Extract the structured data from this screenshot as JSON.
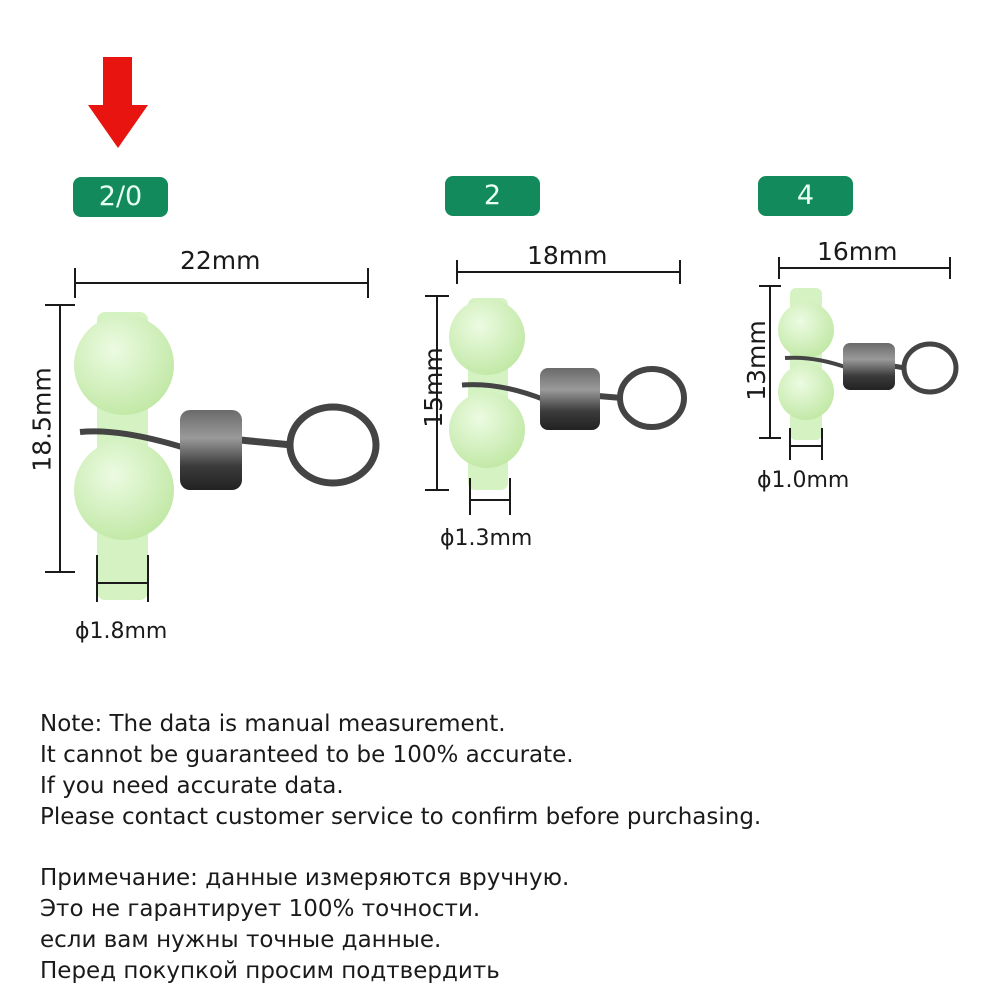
{
  "colors": {
    "arrow": "#e8140f",
    "badge": "#128a5c",
    "bead": "#d4f2c2",
    "metal": "#4a4a4a"
  },
  "sizes": [
    {
      "label": "2/0",
      "length": "22mm",
      "height": "18.5mm",
      "diameter": "ϕ1.8mm",
      "selected": true
    },
    {
      "label": "2",
      "length": "18mm",
      "height": "15mm",
      "diameter": "ϕ1.3mm",
      "selected": false
    },
    {
      "label": "4",
      "length": "16mm",
      "height": "13mm",
      "diameter": "ϕ1.0mm",
      "selected": false
    }
  ],
  "note_en": [
    "Note: The data is manual measurement.",
    "It cannot be guaranteed to be 100% accurate.",
    "If you need accurate data.",
    "Please contact customer service to confirm before purchasing."
  ],
  "note_ru": [
    "Примечание: данные измеряются вручную.",
    "Это не гарантирует 100% точности.",
    "если вам нужны точные данные.",
    "Перед покупкой просим подтвердить"
  ]
}
